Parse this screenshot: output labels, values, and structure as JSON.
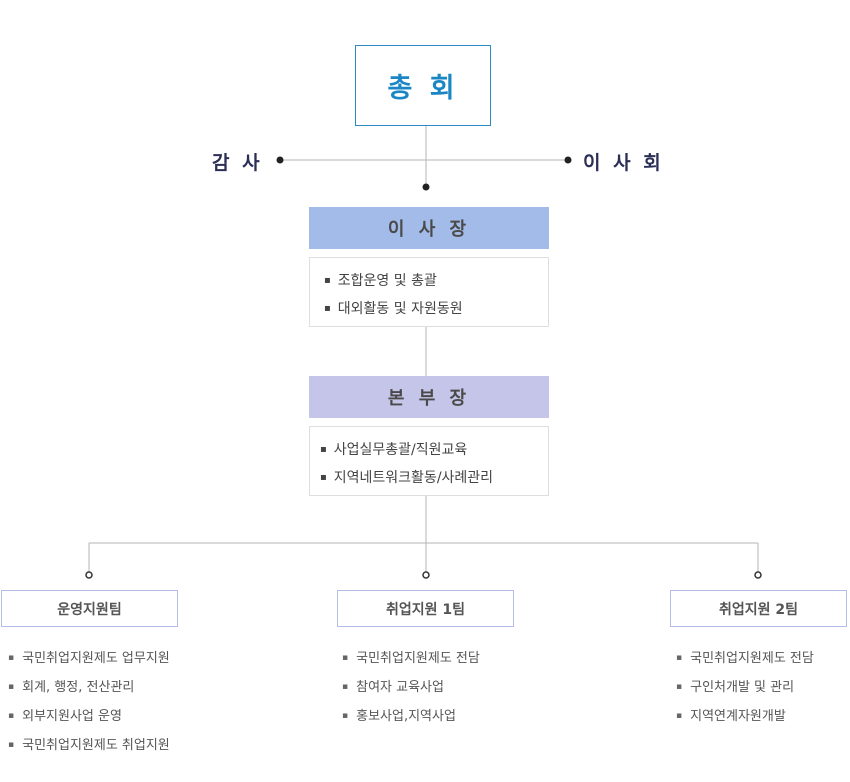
{
  "general_meeting": "총 회",
  "audit": "감 사",
  "board": "이 사 회",
  "chairman": {
    "title": "이 사 장",
    "items": [
      "조합운영 및 총괄",
      "대외활동 및 자원동원"
    ]
  },
  "director": {
    "title": "본 부 장",
    "items": [
      "사업실무총괄/직원교육",
      "지역네트워크활동/사례관리"
    ]
  },
  "teams": [
    {
      "name": "운영지원팀",
      "items": [
        "국민취업지원제도 업무지원",
        "회계, 행정, 전산관리",
        "외부지원사업 운영",
        "국민취업지원제도 취업지원"
      ]
    },
    {
      "name": "취업지원 1팀",
      "items": [
        "국민취업지원제도 전담",
        "참여자 교육사업",
        "홍보사업,지역사업"
      ]
    },
    {
      "name": "취업지원 2팀",
      "items": [
        "국민취업지원제도 전담",
        "구인처개발 및 관리",
        "지역연계자원개발"
      ]
    }
  ],
  "colors": {
    "general_border": "#2a8ac2",
    "general_text": "#1a86c4",
    "side_text": "#2b2f56",
    "chair_header": "#a3bbe9",
    "director_header": "#c4c5e9",
    "team_border": "#b3bde3",
    "line": "#b5b5b5"
  }
}
